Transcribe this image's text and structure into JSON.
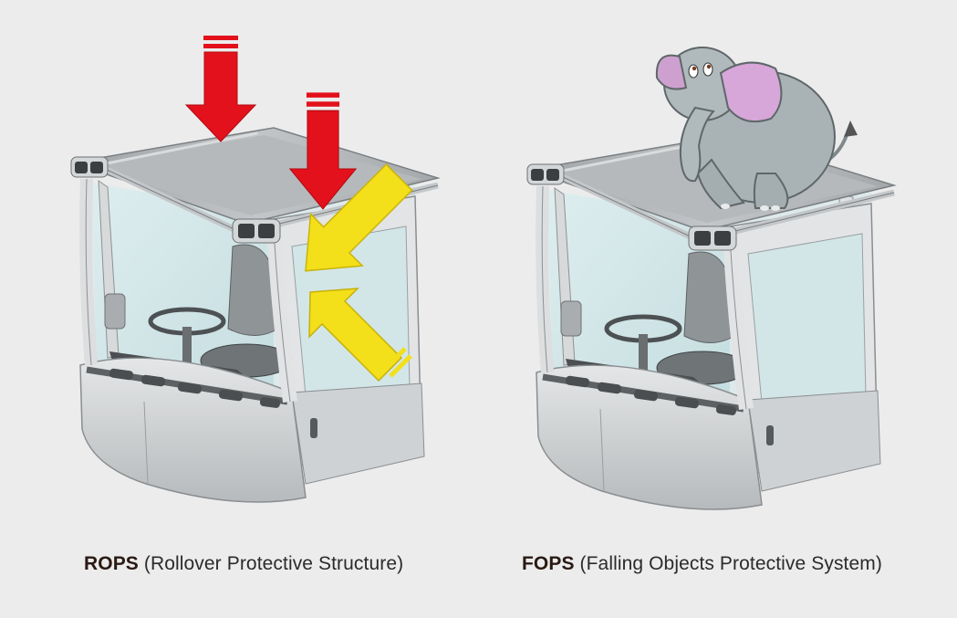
{
  "captions": {
    "rops": {
      "abbr": "ROPS",
      "full": "(Rollover Protective Structure)"
    },
    "fops": {
      "abbr": "FOPS",
      "full": "(Falling Objects Protective System)"
    }
  },
  "colors": {
    "background": "#ececec",
    "down_arrow": "#e3111b",
    "side_arrow": "#f3df1a",
    "cab_body": "#c9ccce",
    "glass": "#cfe6e8",
    "elephant": "#a9b3b6"
  },
  "icons": {
    "rops_load": "red-down-arrow-icon",
    "rops_side_load": "yellow-diagonal-arrow-icon",
    "fops_load": "elephant-icon"
  }
}
